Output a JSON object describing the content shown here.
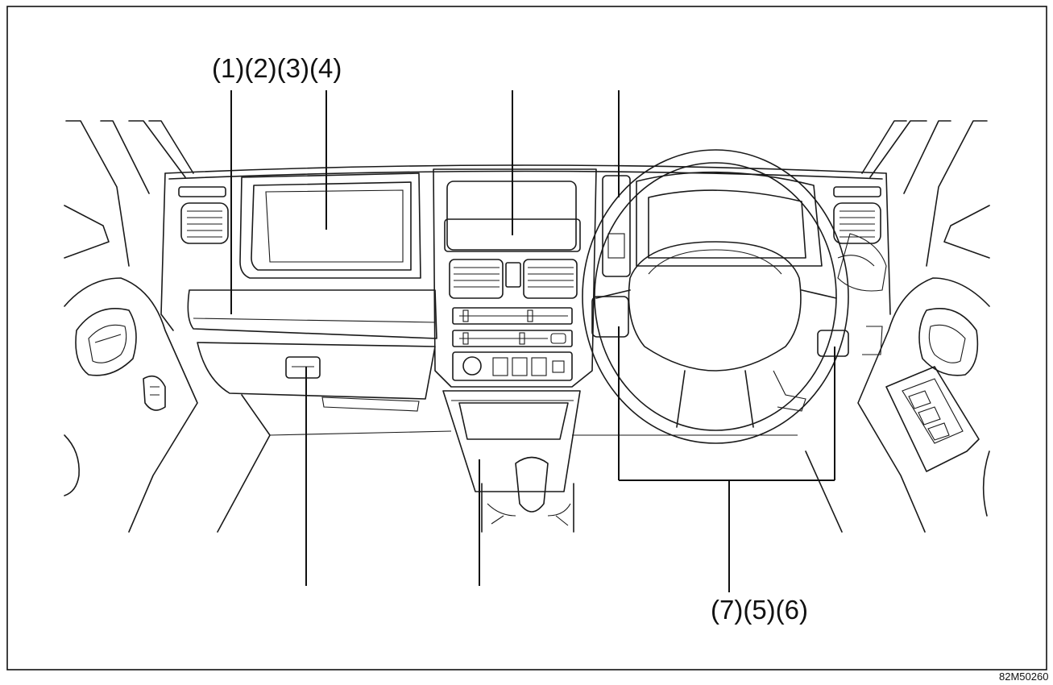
{
  "callouts": {
    "top_left": "(1)(2)(3)(4)",
    "bottom_right": "(7)(5)(6)"
  },
  "figure_code": "82M50260",
  "colors": {
    "line": "#1a1a1a",
    "background": "#ffffff"
  }
}
